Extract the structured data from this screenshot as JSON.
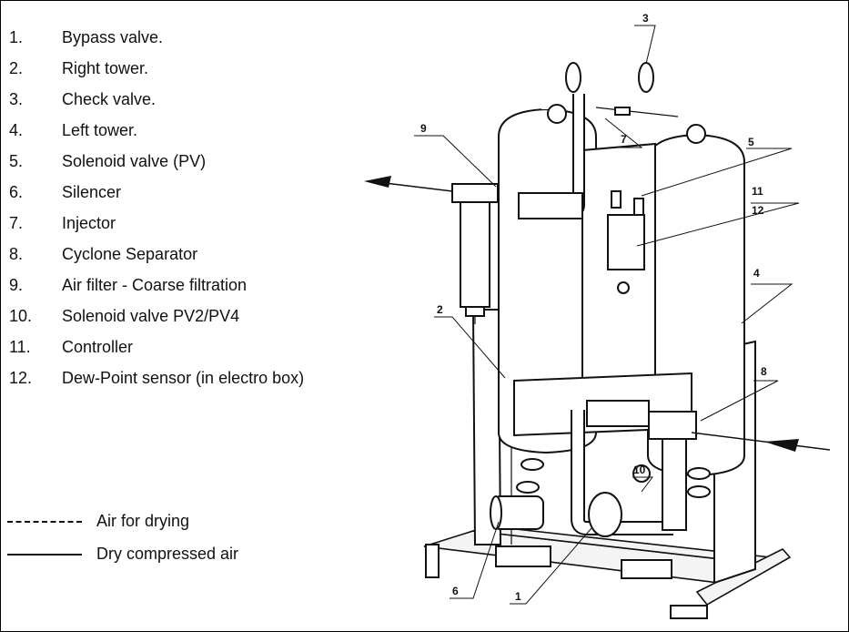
{
  "legend": {
    "items": [
      {
        "num": "1.",
        "label": "Bypass valve."
      },
      {
        "num": "2.",
        "label": "Right tower."
      },
      {
        "num": "3.",
        "label": "Check valve."
      },
      {
        "num": "4.",
        "label": "Left tower."
      },
      {
        "num": "5.",
        "label": "Solenoid valve (PV)"
      },
      {
        "num": "6.",
        "label": "Silencer"
      },
      {
        "num": "7.",
        "label": "Injector"
      },
      {
        "num": "8.",
        "label": "Cyclone Separator"
      },
      {
        "num": "9.",
        "label": "Air filter - Coarse filtration"
      },
      {
        "num": "10.",
        "label": "Solenoid valve PV2/PV4"
      },
      {
        "num": "11.",
        "label": "Controller"
      },
      {
        "num": "12.",
        "label": "Dew-Point sensor (in electro box)"
      }
    ],
    "line_key": {
      "dashed_label": "Air for drying",
      "solid_label": "Dry compressed air"
    }
  },
  "callouts": [
    "1",
    "2",
    "3",
    "4",
    "5",
    "6",
    "7",
    "8",
    "9",
    "10",
    "11",
    "12"
  ]
}
